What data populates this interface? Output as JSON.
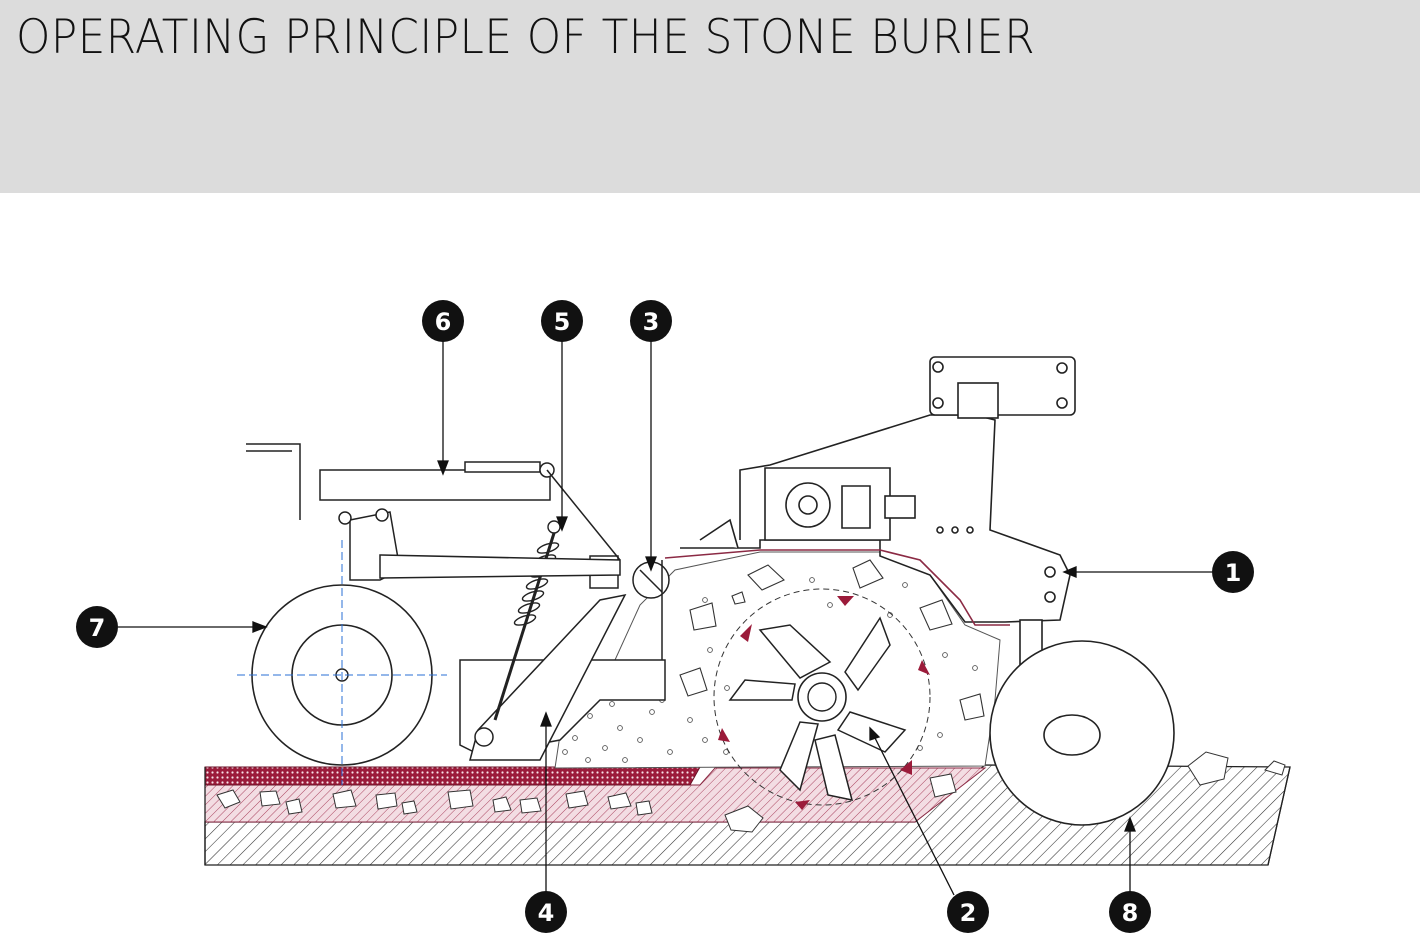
{
  "title": "OPERATING PRINCIPLE OF THE STONE BURIER",
  "callouts": [
    {
      "id": "c1",
      "label": "1"
    },
    {
      "id": "c2",
      "label": "2"
    },
    {
      "id": "c3",
      "label": "3"
    },
    {
      "id": "c4",
      "label": "4"
    },
    {
      "id": "c5",
      "label": "5"
    },
    {
      "id": "c6",
      "label": "6"
    },
    {
      "id": "c7",
      "label": "7"
    },
    {
      "id": "c8",
      "label": "8"
    }
  ],
  "colors": {
    "header_bg": "#dcdcdc",
    "ink": "#111111",
    "soil_accent": "#9b1b3a",
    "guide_line": "#2a6fd6"
  }
}
